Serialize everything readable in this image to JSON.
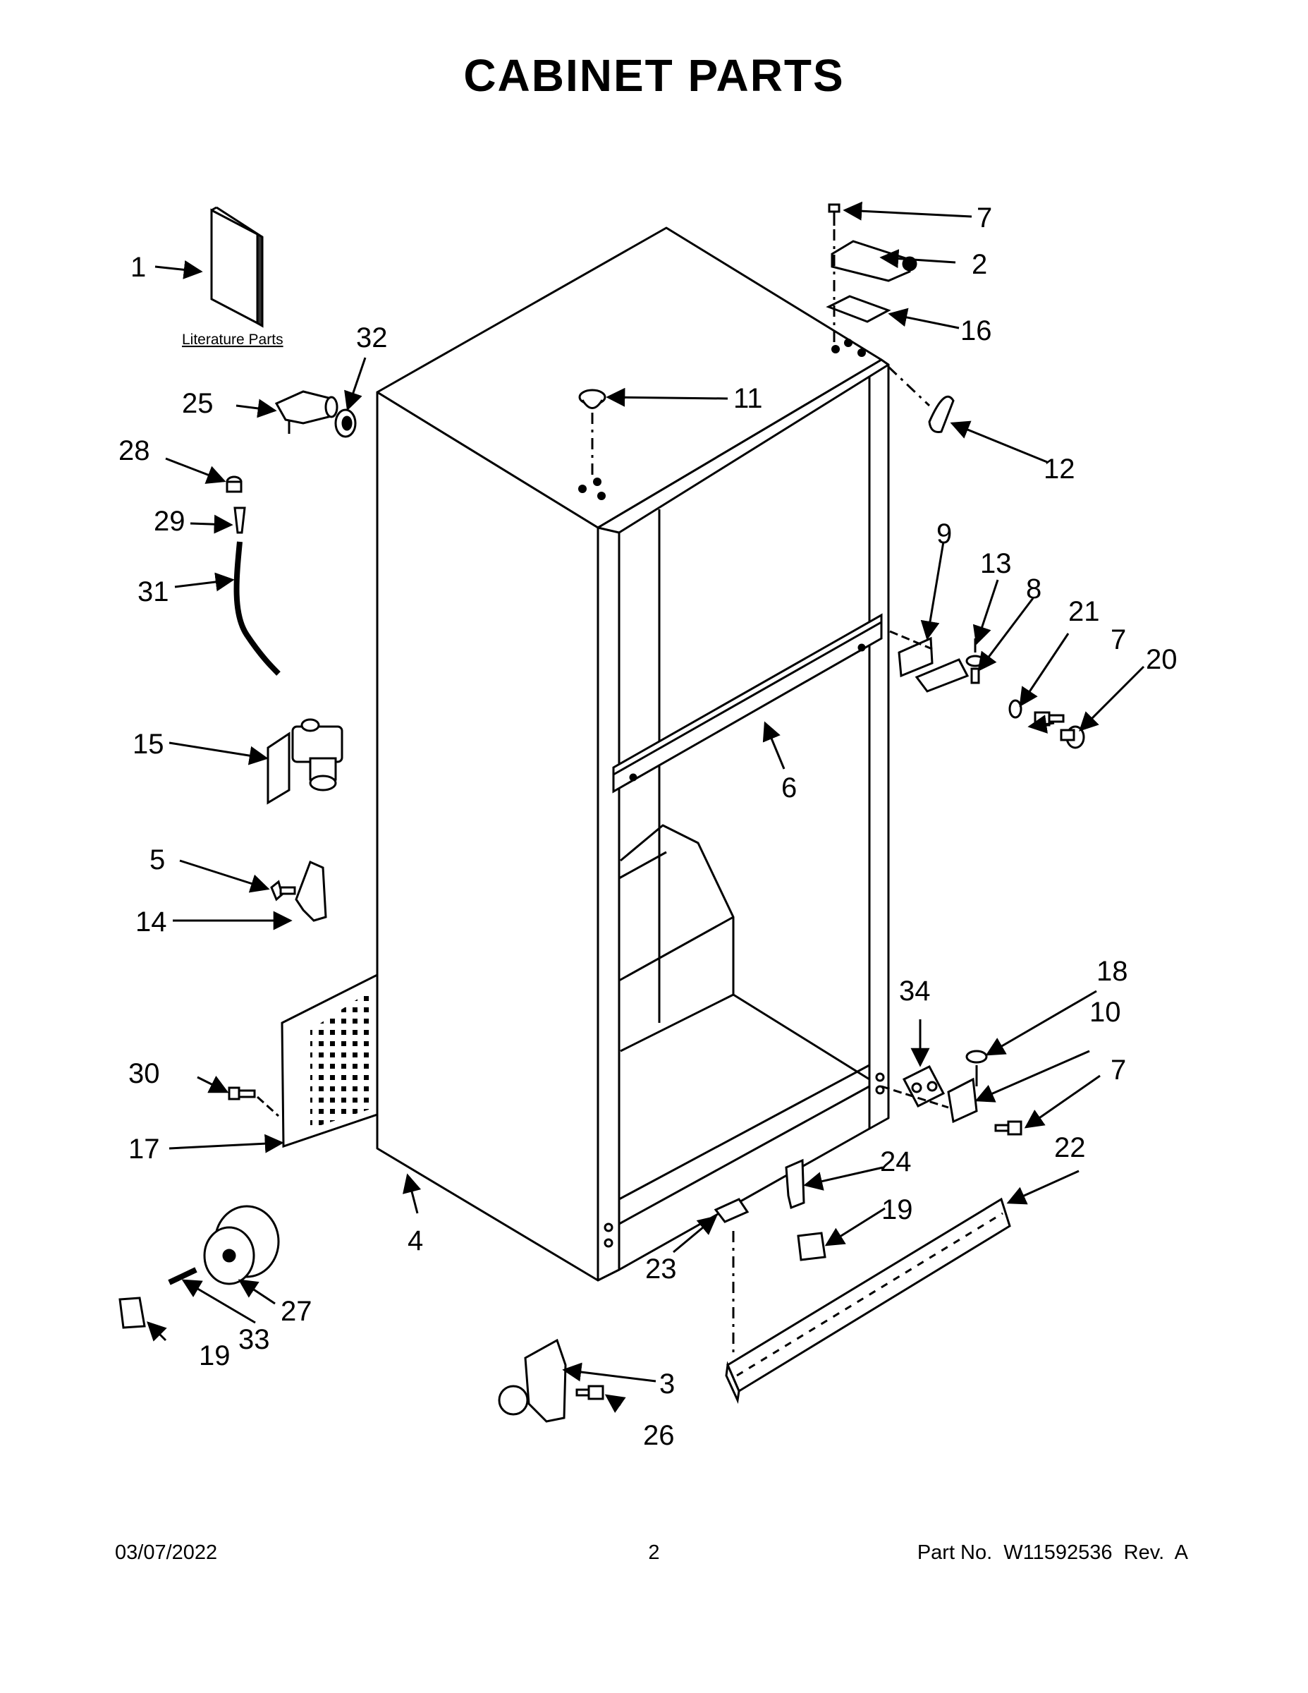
{
  "page": {
    "title": "CABINET PARTS"
  },
  "literature_label": "Literature Parts",
  "callouts": {
    "c1": "1",
    "c2": "2",
    "c3": "3",
    "c4": "4",
    "c5": "5",
    "c6": "6",
    "c7a": "7",
    "c7b": "7",
    "c7c": "7",
    "c8": "8",
    "c9": "9",
    "c10": "10",
    "c11": "11",
    "c12": "12",
    "c13": "13",
    "c14": "14",
    "c15": "15",
    "c16": "16",
    "c17": "17",
    "c18": "18",
    "c19a": "19",
    "c19b": "19",
    "c20": "20",
    "c21": "21",
    "c22": "22",
    "c23": "23",
    "c24": "24",
    "c25": "25",
    "c26": "26",
    "c27": "27",
    "c28": "28",
    "c29": "29",
    "c30": "30",
    "c31": "31",
    "c32": "32",
    "c33": "33",
    "c34": "34"
  },
  "footer": {
    "date": "03/07/2022",
    "page_number": "2",
    "part_number": "Part No.  W11592536  Rev.  A"
  }
}
